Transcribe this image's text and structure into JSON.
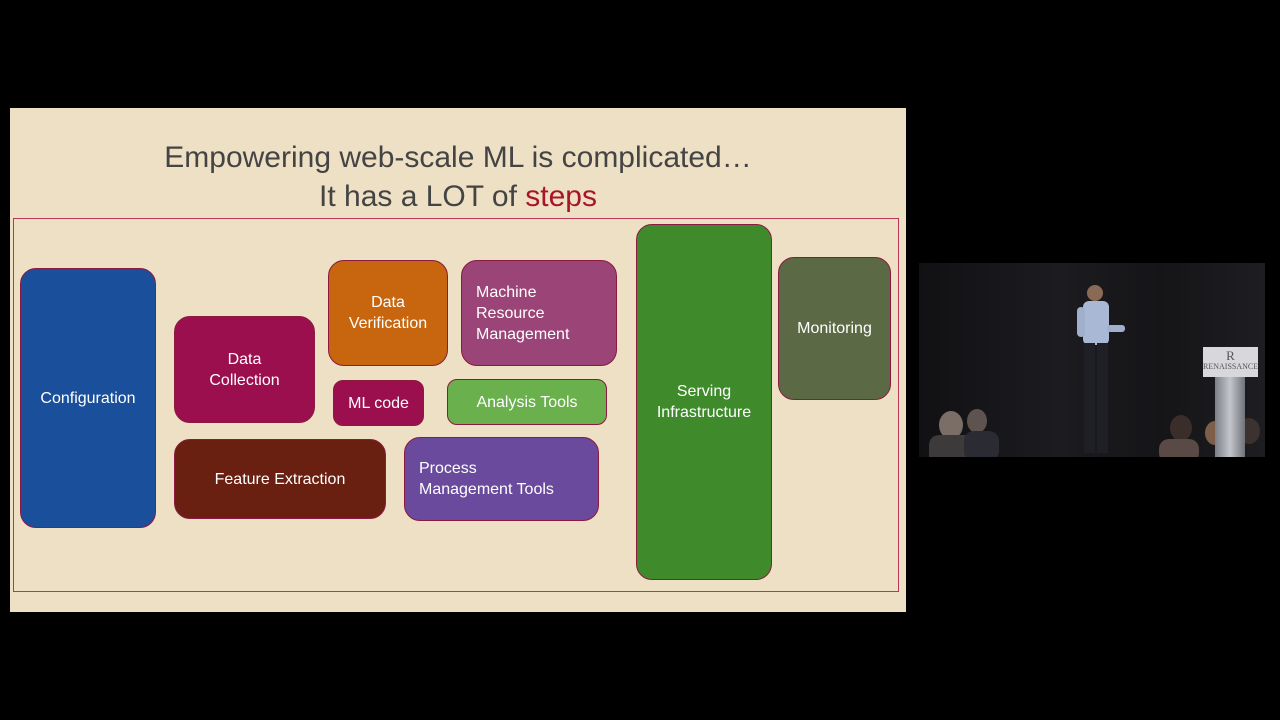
{
  "slide": {
    "title_line1": "Empowering web-scale ML is complicated…",
    "title_line2_prefix": "It has a LOT of ",
    "title_line2_highlight": "steps",
    "boxes": {
      "configuration": "Configuration",
      "data_collection": "Data\nCollection",
      "data_verification": "Data\nVerification",
      "machine_resource": "Machine\nResource\nManagement",
      "ml_code": "ML code",
      "analysis_tools": "Analysis Tools",
      "feature_extraction": "Feature Extraction",
      "process_management": "Process\nManagement Tools",
      "serving_infrastructure": "Serving\nInfrastructure",
      "monitoring": "Monitoring"
    },
    "colors": {
      "configuration": "#1a4f9c",
      "data_collection": "#9c0f4e",
      "data_verification": "#c8650f",
      "machine_resource": "#9b4477",
      "ml_code": "#9c0f4e",
      "analysis_tools": "#6ab04c",
      "feature_extraction": "#692011",
      "process_management": "#6a4a9c",
      "serving_infrastructure": "#3f8b2c",
      "monitoring": "#5b6a45"
    }
  },
  "video": {
    "logo_letter": "R",
    "logo_text": "RENAISSANCE"
  }
}
